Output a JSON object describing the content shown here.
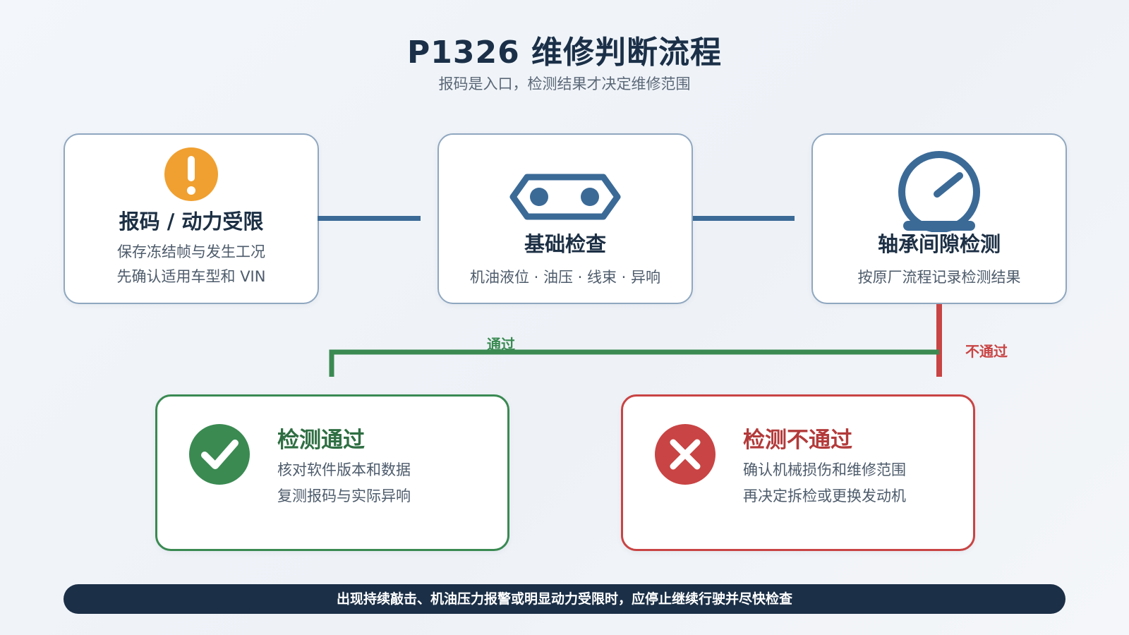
{
  "header": {
    "title": "P1326 维修判断流程",
    "subtitle": "报码是入口，检测结果才决定维修范围"
  },
  "steps": [
    {
      "title": "报码 / 动力受限",
      "lines": [
        "保存冻结帧与发生工况",
        "先确认适用车型和 VIN"
      ],
      "icon": "warning-icon",
      "icon_color": "#f0a030"
    },
    {
      "title": "基础检查",
      "lines": [
        "机油液位 · 油压 · 线束 · 异响"
      ],
      "icon": "engine-icon",
      "icon_color": "#3b6a97"
    },
    {
      "title": "轴承间隙检测",
      "lines": [
        "按原厂流程记录检测结果"
      ],
      "icon": "gauge-icon",
      "icon_color": "#3b6a97"
    }
  ],
  "branches": {
    "pass_label": "通过",
    "fail_label": "不通过",
    "pass_color": "#3a8a52",
    "fail_color": "#c94444"
  },
  "results": {
    "pass": {
      "title": "检测通过",
      "lines": [
        "核对软件版本和数据",
        "复测报码与实际异响"
      ],
      "icon": "check-icon",
      "color": "#3a8a52"
    },
    "fail": {
      "title": "检测不通过",
      "lines": [
        "确认机械损伤和维修范围",
        "再决定拆检或更换发动机"
      ],
      "icon": "cross-icon",
      "color": "#c94444"
    }
  },
  "footer": {
    "warning": "出现持续敲击、机油压力报警或明显动力受限时，应停止继续行驶并尽快检查"
  }
}
